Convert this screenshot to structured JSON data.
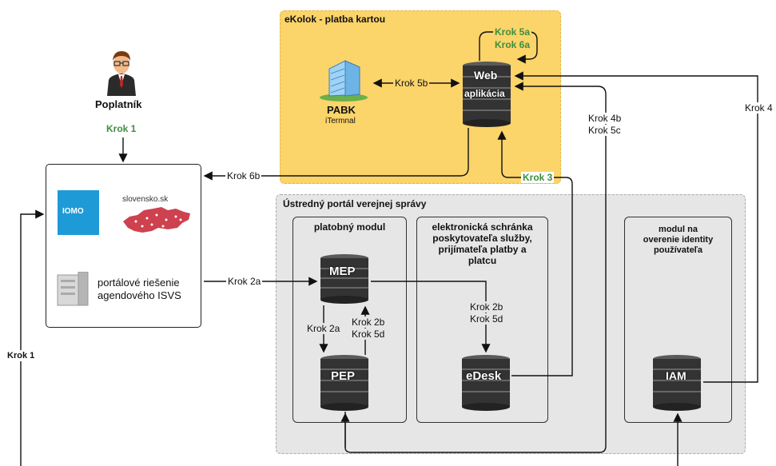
{
  "colors": {
    "ekolok_bg": "#fbd46a",
    "portal_bg": "#e6e6e6",
    "green_text": "#3d8f3d",
    "server_dark": "#333333",
    "idomo_blue": "#1e9bd7",
    "slovensko_red": "#c5202f"
  },
  "actors": {
    "poplatnik": {
      "label": "Poplatník",
      "icon": "businessman-icon"
    }
  },
  "ekolok": {
    "title": "eKolok - platba kartou",
    "pabk_title": "PABK",
    "pabk_sub": "iTermnal",
    "pabk_icon": "office-building-icon",
    "web_app_label_1": "Web",
    "web_app_label_2": "aplikácia"
  },
  "portal_solution": {
    "idomo_logo": "IOMO",
    "slovensko_logo": "slovensko.sk",
    "text_line1": "portálové riešenie",
    "text_line2": "agendového ISVS",
    "server_icon": "server-icon"
  },
  "upvs": {
    "title": "Ústredný portál verejnej správy",
    "payment_module_title": "platobný modul",
    "edesk_title_line1": "elektronická schránka",
    "edesk_title_line2": "poskytovateľa služby,",
    "edesk_title_line3": "prijímateľa platby a",
    "edesk_title_line4": "platcu",
    "iam_title_line1": "modul na",
    "iam_title_line2": "overenie identity",
    "iam_title_line3": "používateľa",
    "mep": "MEP",
    "pep": "PEP",
    "edesk": "eDesk",
    "iam": "IAM"
  },
  "steps": {
    "krok1_top": "Krok 1",
    "krok1_left": "Krok 1",
    "krok2a_main": "Krok 2a",
    "krok2a_down": "Krok 2a",
    "krok2b_up": "Krok 2b",
    "krok5d_up": "Krok 5d",
    "krok2b_edesk": "Krok 2b",
    "krok5d_edesk": "Krok 5d",
    "krok3": "Krok 3",
    "krok4": "Krok 4",
    "krok4b": "Krok 4b",
    "krok5c": "Krok 5c",
    "krok5a": "Krok 5a",
    "krok6a": "Krok 6a",
    "krok5b": "Krok 5b",
    "krok6b": "Krok 6b"
  }
}
